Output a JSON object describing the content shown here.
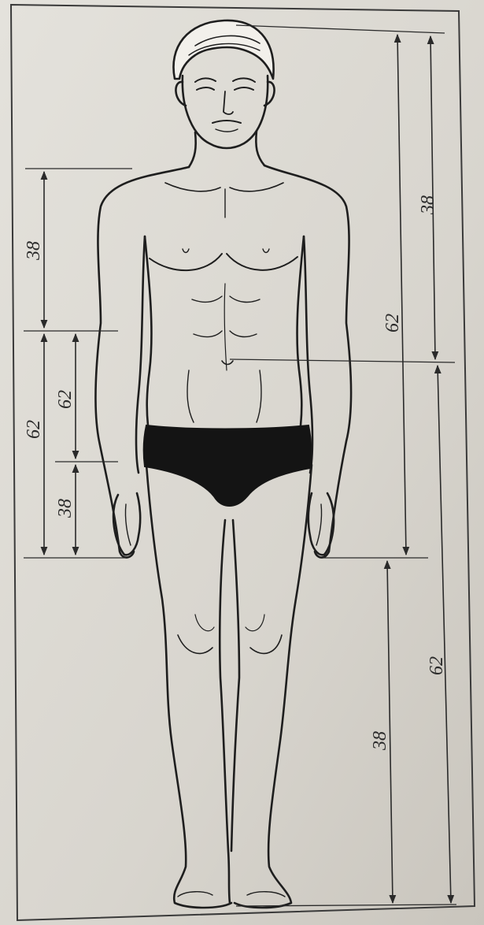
{
  "labels": {
    "left_upper_38": "38",
    "left_outer_62": "62",
    "left_inner_62": "62",
    "left_inner_38": "38",
    "right_inner_38": "38",
    "right_inner_62": "62",
    "right_outer_62": "62",
    "right_lower_38": "38"
  },
  "colors": {
    "paper": "#d9d6cf",
    "ink": "#2a2a2a",
    "briefs": "#141414"
  }
}
